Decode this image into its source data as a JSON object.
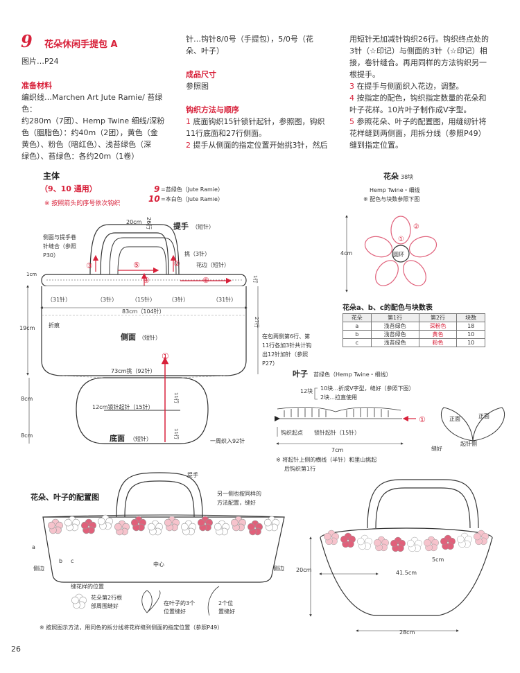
{
  "header": {
    "number": "9",
    "title": "花朵休闲手提包 A",
    "photo_ref": "图片…P24"
  },
  "materials": {
    "heading": "准备材料",
    "lines": [
      "编织线…Marchen Art Jute Ramie/ 苔绿色：",
      "约280m（7团）、Hemp Twine 细线/深粉",
      "色（胭脂色）：约40m（2团），黄色（金",
      "黄色）、粉色（暗红色）、浅苔绿色（深",
      "绿色）、苔绿色：各约20m（1卷）"
    ]
  },
  "col2": {
    "needles": [
      "针…钩针8/0号（手提包），5/0号（花",
      "朵、叶子）"
    ],
    "size_heading": "成品尺寸",
    "size_text": "参照图",
    "method_heading": "钩织方法与顺序",
    "steps": [
      {
        "n": "1",
        "lines": [
          " 底面钩织15针锁针起针，参照图，钩织",
          "11行底面和27行侧面。"
        ]
      },
      {
        "n": "2",
        "lines": [
          " 提手从侧面的指定位置开始挑3针，然后"
        ]
      }
    ]
  },
  "col3": {
    "cont": [
      "用短针无加减针钩织26行。钩织终点处的",
      "3针（☆印记）与侧面的3针（☆印记）相",
      "接，卷针缝合。再用同样的方法钩织另一",
      "根提手。"
    ],
    "steps": [
      {
        "n": "3",
        "lines": [
          " 在提手与侧面织入花边，调整。"
        ]
      },
      {
        "n": "4",
        "lines": [
          " 按指定的配色，钩织指定数量的花朵和",
          "叶子花样。10片叶子制作成V字型。"
        ]
      },
      {
        "n": "5",
        "lines": [
          " 参照花朵、叶子的配置图，用缝纫针将",
          "花样缝到两侧面，用拆分线（参照P49）",
          "缝到指定位置。"
        ]
      }
    ]
  },
  "body_diagram": {
    "title": "主体",
    "subtitle": "（9、10 通用）",
    "note": "※ 按照箭头的序号依次钩织",
    "legend": [
      {
        "k": "9",
        "v": "=苔绿色（Jute Ramie）"
      },
      {
        "k": "10",
        "v": "=本白色（Jute Ramie）"
      }
    ],
    "labels": {
      "handle_size": "20cm",
      "handle_rows": "26行",
      "handle": "提手",
      "short": "（短针）",
      "side_join": [
        "侧面与提手卷",
        "针缝合（参照",
        "P30）"
      ],
      "pick": "挑（3针）",
      "edge": "花边（短针）",
      "one_cm": "1cm",
      "one_row": "1行",
      "st31a": "（31针）",
      "st3a": "（3针）",
      "st15": "（15针）",
      "st3b": "（3针）",
      "st31b": "（31针）",
      "width83": "83cm（104针）",
      "h19": "19cm",
      "fold": "折痕",
      "side": "侧面",
      "side_short": "（短针）",
      "rows27": "27行",
      "inc_note": [
        "在包两侧第6行、第",
        "11行各加3针共计钩",
        "出12针加针（参照",
        "P27）"
      ],
      "pick73": "73cm挑（92针）",
      "chain12": "12cm锁针起针（15针）",
      "rows11a": "11行",
      "rows11b": "11行",
      "h8a": "8cm",
      "h8b": "8cm",
      "bottom": "底面",
      "bottom_short": "（短针）",
      "around92": "一周织入92针",
      "c1": "①",
      "c2": "②",
      "c3": "③",
      "c4": "④",
      "c5": "⑤",
      "c6": "⑥"
    }
  },
  "flower": {
    "title": "花朵",
    "count": "38块",
    "yarn": "Hemp Twine・细线",
    "note": "※ 配色与块数参照下图",
    "size": "4cm",
    "ring": "圆环",
    "c1": "①",
    "c2": "②"
  },
  "color_table": {
    "title": "花朵a、b、c的配色与块数表",
    "headers": [
      "花朵",
      "第1行",
      "第2行",
      "块数"
    ],
    "rows": [
      {
        "k": "a",
        "r1": "浅苔绿色",
        "r2": "深粉色",
        "n": "18"
      },
      {
        "k": "b",
        "r1": "浅苔绿色",
        "r2": "黄色",
        "n": "10"
      },
      {
        "k": "c",
        "r1": "浅苔绿色",
        "r2": "粉色",
        "n": "10"
      }
    ]
  },
  "leaf": {
    "title": "叶子",
    "yarn": "苔绿色（Hemp Twine・细线）",
    "count12": "12块",
    "note1": "10块…折成V字型，缝好（参照下图）",
    "note2": "2块…拉直使用",
    "start": "钩织起点",
    "chain": "锁针起针（15针）",
    "width": "7cm",
    "note_a": "※ 将起针上侧的横线（半针）和里山挑起",
    "note_b": "后钩织第1行",
    "front1": "正面",
    "front2": "正面",
    "sew": "缝好",
    "cast_side": "起针侧",
    "c1": "①"
  },
  "placement": {
    "title": "花朵、叶子的配置图",
    "handle": "提手",
    "other_side": [
      "另一侧也按同样的",
      "方法配置，缝好"
    ],
    "a": "a",
    "b": "b",
    "c": "c",
    "side_l": "侧边",
    "center": "中心",
    "side_r": "侧边",
    "pos_title": "缝花样的位置",
    "pos1": [
      "花朵第2行根",
      "部周围缝好"
    ],
    "pos2": [
      "在叶子的3个",
      "位置缝好"
    ],
    "pos3": [
      "2个位",
      "置缝好"
    ],
    "bottom_note": "※ 按照图示方法，用同色的拆分线将花样缝到侧面的指定位置（参照P49）"
  },
  "finished": {
    "h20": "20cm",
    "w415": "41.5cm",
    "h5": "5cm",
    "w28": "28cm"
  },
  "page_number": "26",
  "colors": {
    "accent_red": "#d8213a",
    "deep_pink": "#e0607a",
    "light_pink": "#f6c3cc"
  }
}
